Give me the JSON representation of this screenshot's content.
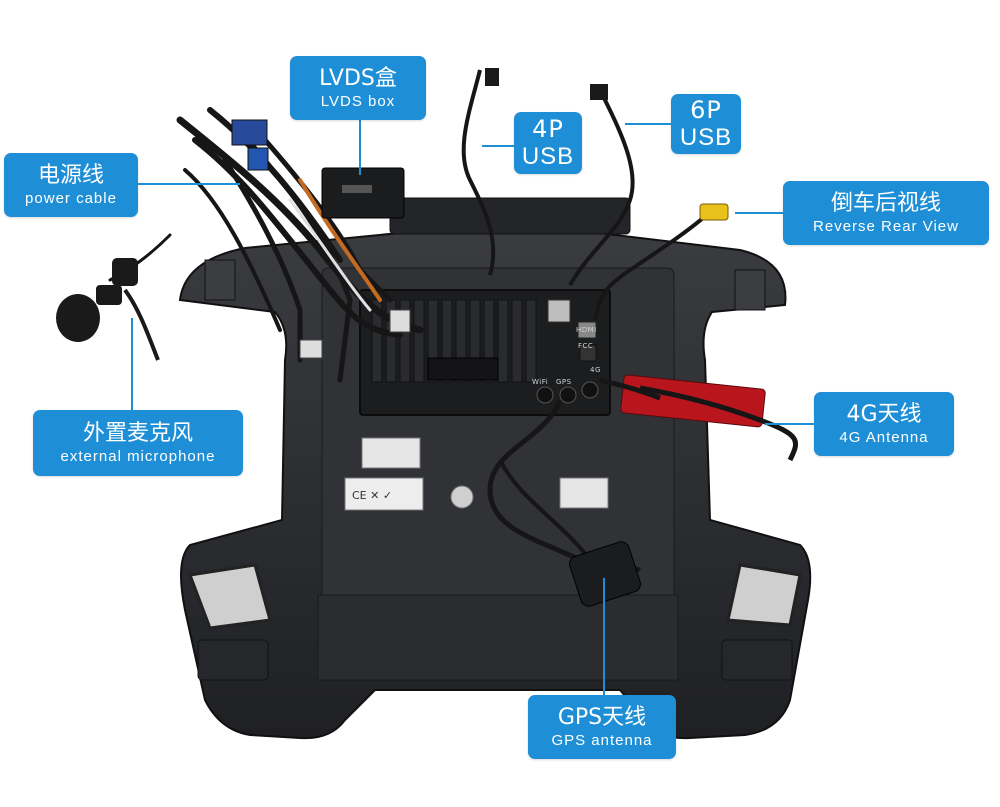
{
  "labels": {
    "power": {
      "zh": "电源线",
      "en": "power cable"
    },
    "lvds": {
      "zh": "LVDS盒",
      "en": "LVDS box"
    },
    "usb4": {
      "zh": "4P",
      "en": "USB"
    },
    "usb6": {
      "zh": "6P",
      "en": "USB"
    },
    "reverse": {
      "zh": "倒车后视线",
      "en": "Reverse Rear View"
    },
    "mic": {
      "zh": "外置麦克风",
      "en": "external microphone"
    },
    "antenna4g": {
      "zh": "4G天线",
      "en": "4G Antenna"
    },
    "gps": {
      "zh": "GPS天线",
      "en": "GPS antenna"
    }
  },
  "unit_markings": {
    "hdmi": "HDMI",
    "fcc": "FCC",
    "wifi": "WiFi",
    "gps_port": "GPS",
    "port_4g": "4G"
  },
  "colors": {
    "label_bg": "#1e8fd6",
    "leader": "#1e8fd6",
    "housing": "#2b2d30",
    "cable": "#151515",
    "antenna_4g": "#b8161c",
    "rca_yellow": "#e8c21a"
  }
}
